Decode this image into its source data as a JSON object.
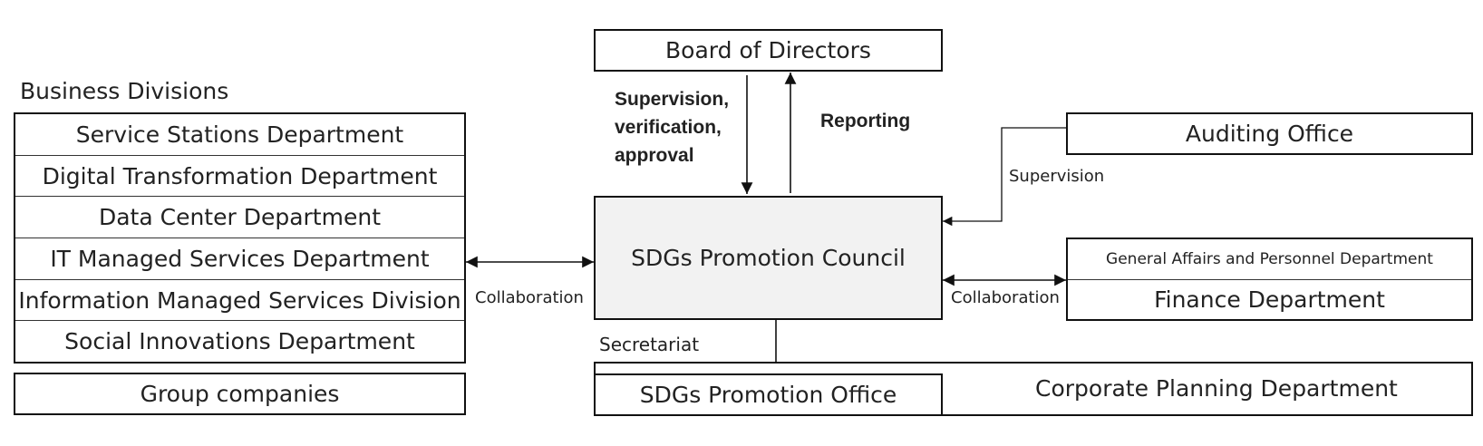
{
  "business_divisions": {
    "title": "Business Divisions",
    "departments": [
      "Service Stations Department",
      "Digital Transformation Department",
      "Data Center Department",
      "IT Managed Services Department",
      "Information Managed Services Division",
      "Social Innovations Department"
    ]
  },
  "group_companies": "Group companies",
  "board": "Board of Directors",
  "board_to_council": "Supervision,\nverification,\napproval",
  "council_to_board": "Reporting",
  "council": "SDGs Promotion Council",
  "collaboration_left": "Collaboration",
  "collaboration_right": "Collaboration",
  "auditing_office": "Auditing Office",
  "supervision": "Supervision",
  "general_affairs": "General Affairs and Personnel Department",
  "finance": "Finance Department",
  "secretariat": "Secretariat",
  "promotion_office": "SDGs Promotion Office",
  "corporate_planning": "Corporate Planning Department"
}
